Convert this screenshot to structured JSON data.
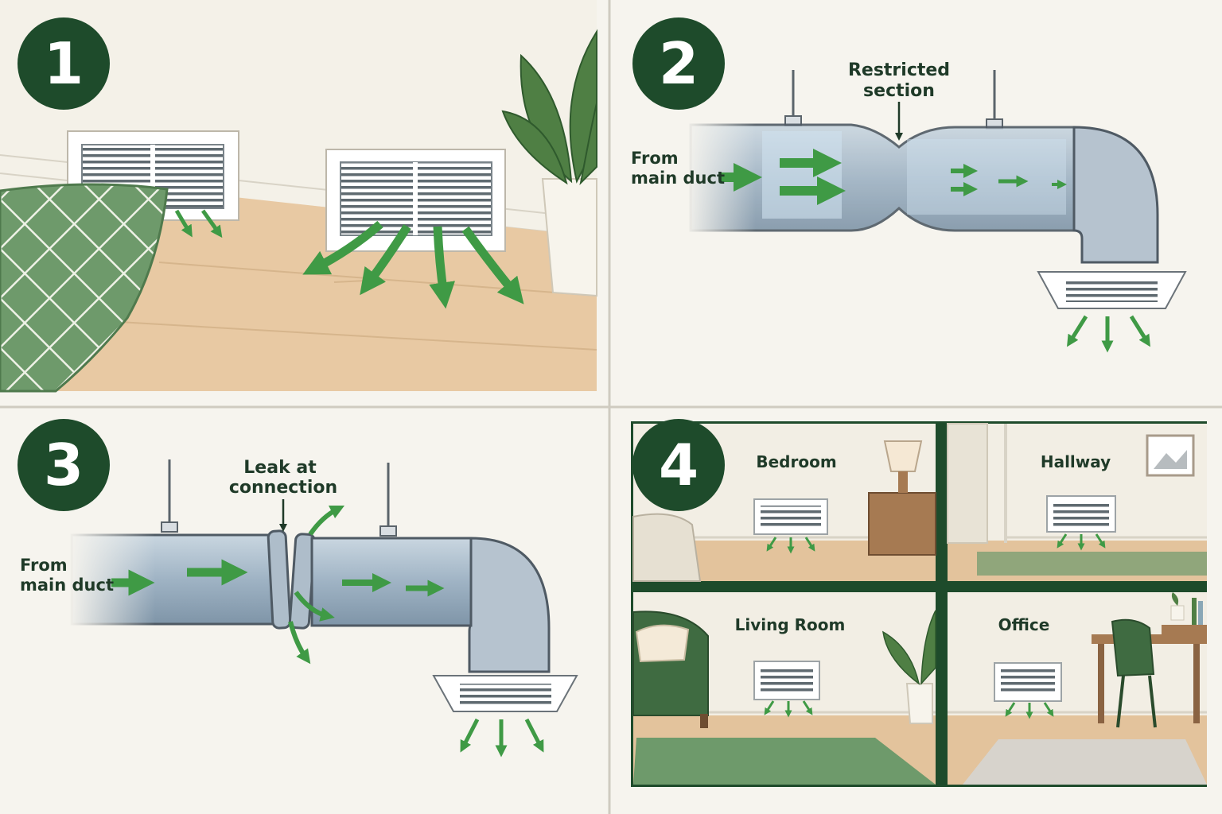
{
  "panels": [
    {
      "number": "1"
    },
    {
      "number": "2",
      "callout_top": "Restricted",
      "callout_bottom": "section",
      "source_top": "From",
      "source_bottom": "main duct"
    },
    {
      "number": "3",
      "callout_top": "Leak at",
      "callout_bottom": "connection",
      "source_top": "From",
      "source_bottom": "main duct"
    },
    {
      "number": "4",
      "rooms": [
        "Bedroom",
        "Hallway",
        "Living Room",
        "Office"
      ]
    }
  ],
  "colors": {
    "badge": "#1e4b2b",
    "arrow": "#3f9a45",
    "duct": "#9fb3c4",
    "floor": "#e8c9a3",
    "wall": "#f4f1e8",
    "rug": "#6e9a6b"
  }
}
